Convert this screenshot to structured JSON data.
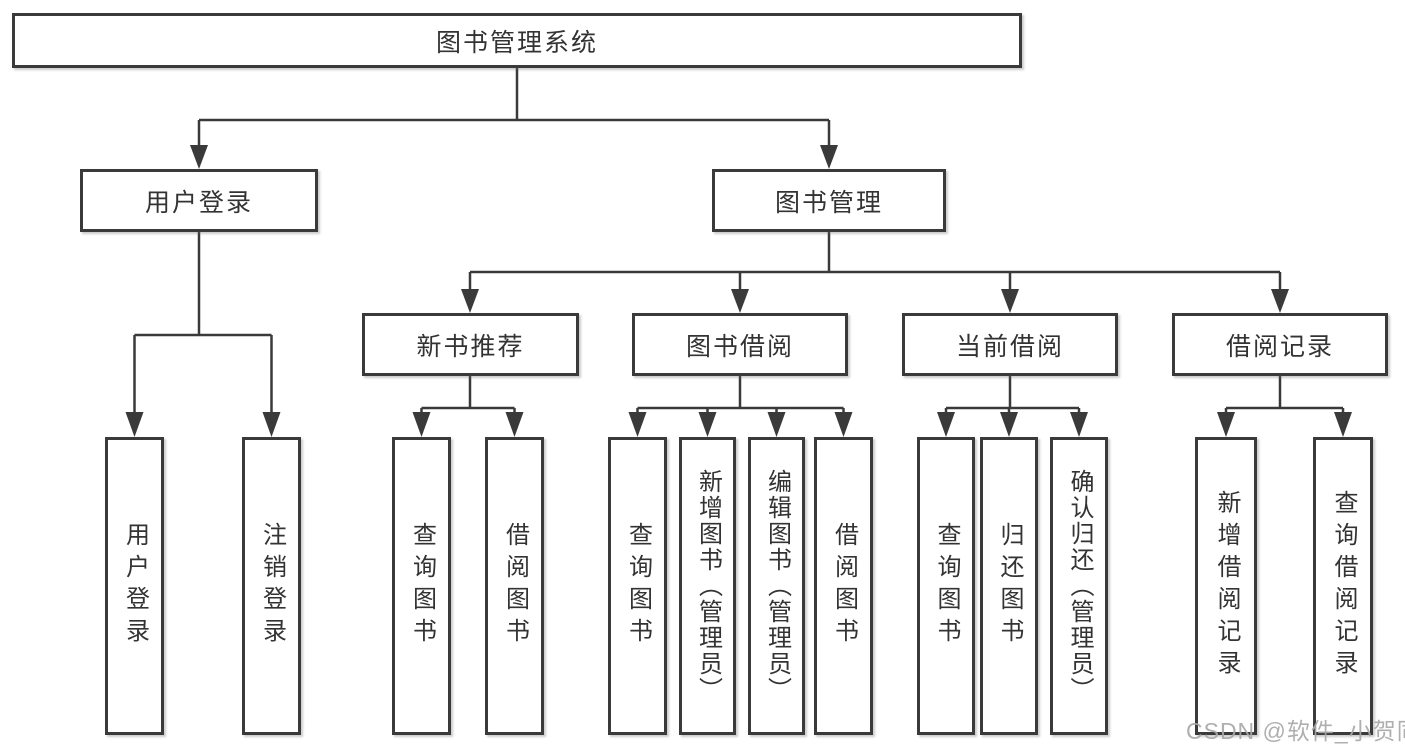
{
  "diagram_type": "tree",
  "tree": {
    "label": "图书管理系统",
    "children": [
      {
        "label": "用户登录",
        "children": [
          {
            "label": "用户登录"
          },
          {
            "label": "注销登录"
          }
        ]
      },
      {
        "label": "图书管理",
        "children": [
          {
            "label": "新书推荐",
            "children": [
              {
                "label": "查询图书"
              },
              {
                "label": "借阅图书"
              }
            ]
          },
          {
            "label": "图书借阅",
            "children": [
              {
                "label": "查询图书"
              },
              {
                "label": "新增图书（管理员）"
              },
              {
                "label": "编辑图书（管理员）"
              },
              {
                "label": "借阅图书"
              }
            ]
          },
          {
            "label": "当前借阅",
            "children": [
              {
                "label": "查询图书"
              },
              {
                "label": "归还图书"
              },
              {
                "label": "确认归还（管理员）"
              }
            ]
          },
          {
            "label": "借阅记录",
            "children": [
              {
                "label": "新增借阅记录"
              },
              {
                "label": "查询借阅记录"
              }
            ]
          }
        ]
      }
    ]
  },
  "watermark": "CSDN @软件_小贺同学",
  "colors": {
    "line": "#3a3a3a",
    "text": "#333333",
    "watermark": "#a8a8a8",
    "background": "#ffffff"
  }
}
